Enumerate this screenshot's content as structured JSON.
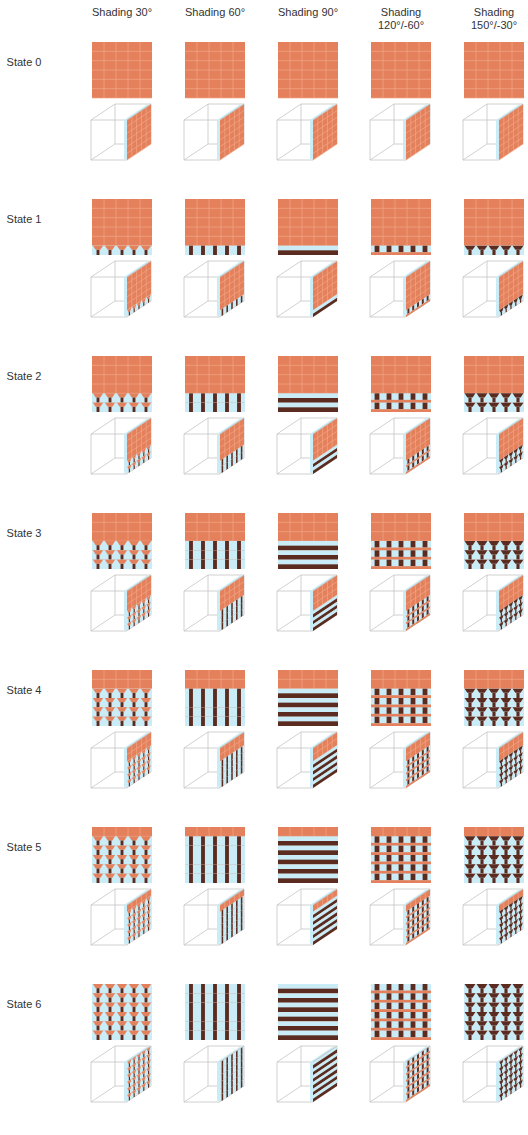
{
  "diagram": {
    "labels": [
      "Shading 30°",
      "Shading 60°",
      "Shading 90°",
      "Shading 120°/-60°",
      "Shading 150°/-30°",
      "State 0",
      "State 1",
      "State 2",
      "State 3",
      "State 4",
      "State 5",
      "State 6"
    ]
  }
}
